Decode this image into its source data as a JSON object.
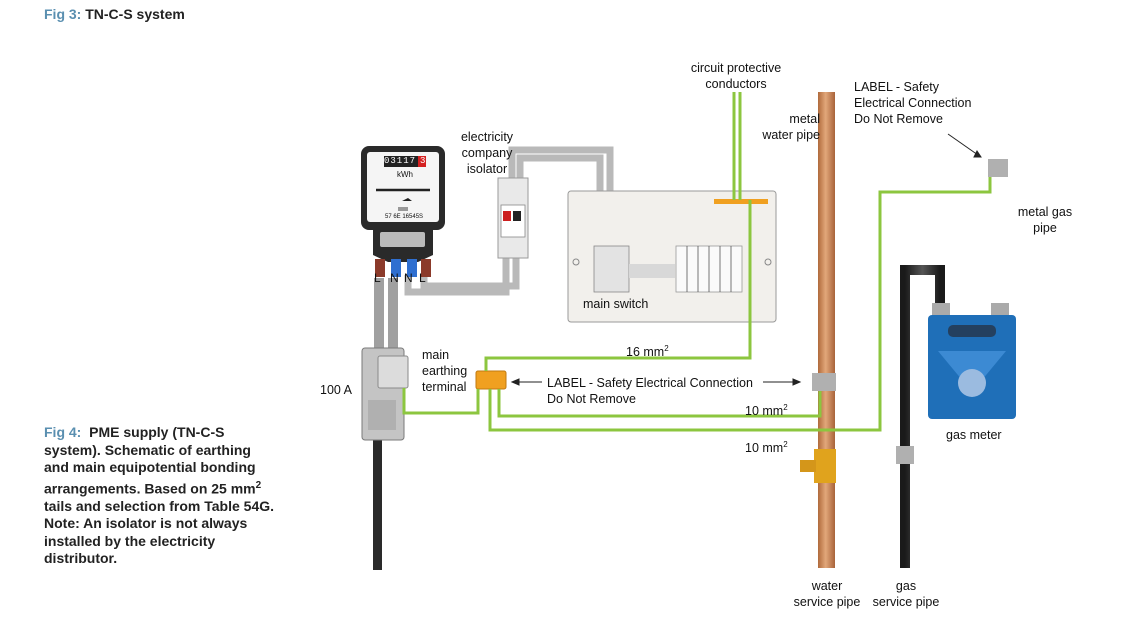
{
  "fig3": {
    "number": "Fig 3:",
    "title": "TN-C-S system"
  },
  "fig4": {
    "number": "Fig 4:",
    "lines": [
      "PME supply (TN-C-S",
      "system). Schematic of earthing",
      "and main equipotential bonding",
      "arrangements. Based on 25 mm",
      "tails and selection from Table 54G.",
      "Note: An isolator is not always",
      "installed by the electricity",
      "distributor."
    ],
    "superscript": "2"
  },
  "meter": {
    "reading": "03117",
    "reading_last": "3",
    "unit": "kWh",
    "serial": "57 6E 16545S",
    "terminals": [
      "L",
      "N",
      "N",
      "L"
    ]
  },
  "labels": {
    "cpc": [
      "circuit protective",
      "conductors"
    ],
    "isolator": [
      "electricity",
      "company",
      "isolator"
    ],
    "water_pipe": [
      "metal",
      "water pipe"
    ],
    "label_top": [
      "LABEL - Safety",
      "Electrical Connection",
      "Do Not Remove"
    ],
    "gas_pipe": [
      "metal gas",
      "pipe"
    ],
    "main_switch": "main switch",
    "met": [
      "main",
      "earthing",
      "terminal"
    ],
    "cable_16": "16 mm",
    "label_mid": [
      "LABEL - Safety Electrical Connection",
      "Do Not Remove"
    ],
    "fuse": "100 A",
    "cable_10a": "10 mm",
    "cable_10b": "10 mm",
    "sup": "2",
    "gas_meter": "gas meter",
    "water_service": [
      "water",
      "service pipe"
    ],
    "gas_service": [
      "gas",
      "service pipe"
    ]
  },
  "colors": {
    "figure_number": "#5a8fb0",
    "earth_green": "#8cc63f",
    "earth_yellow": "#f5e400",
    "copper_pipe": "#c88a5a",
    "gas_meter_blue": "#1f6fb8",
    "gas_pipe": "#2b2b2b",
    "cable_grey": "#b9b9b9",
    "terminal_orange": "#f0a020",
    "consumer_unit": "#f2f0ec"
  }
}
